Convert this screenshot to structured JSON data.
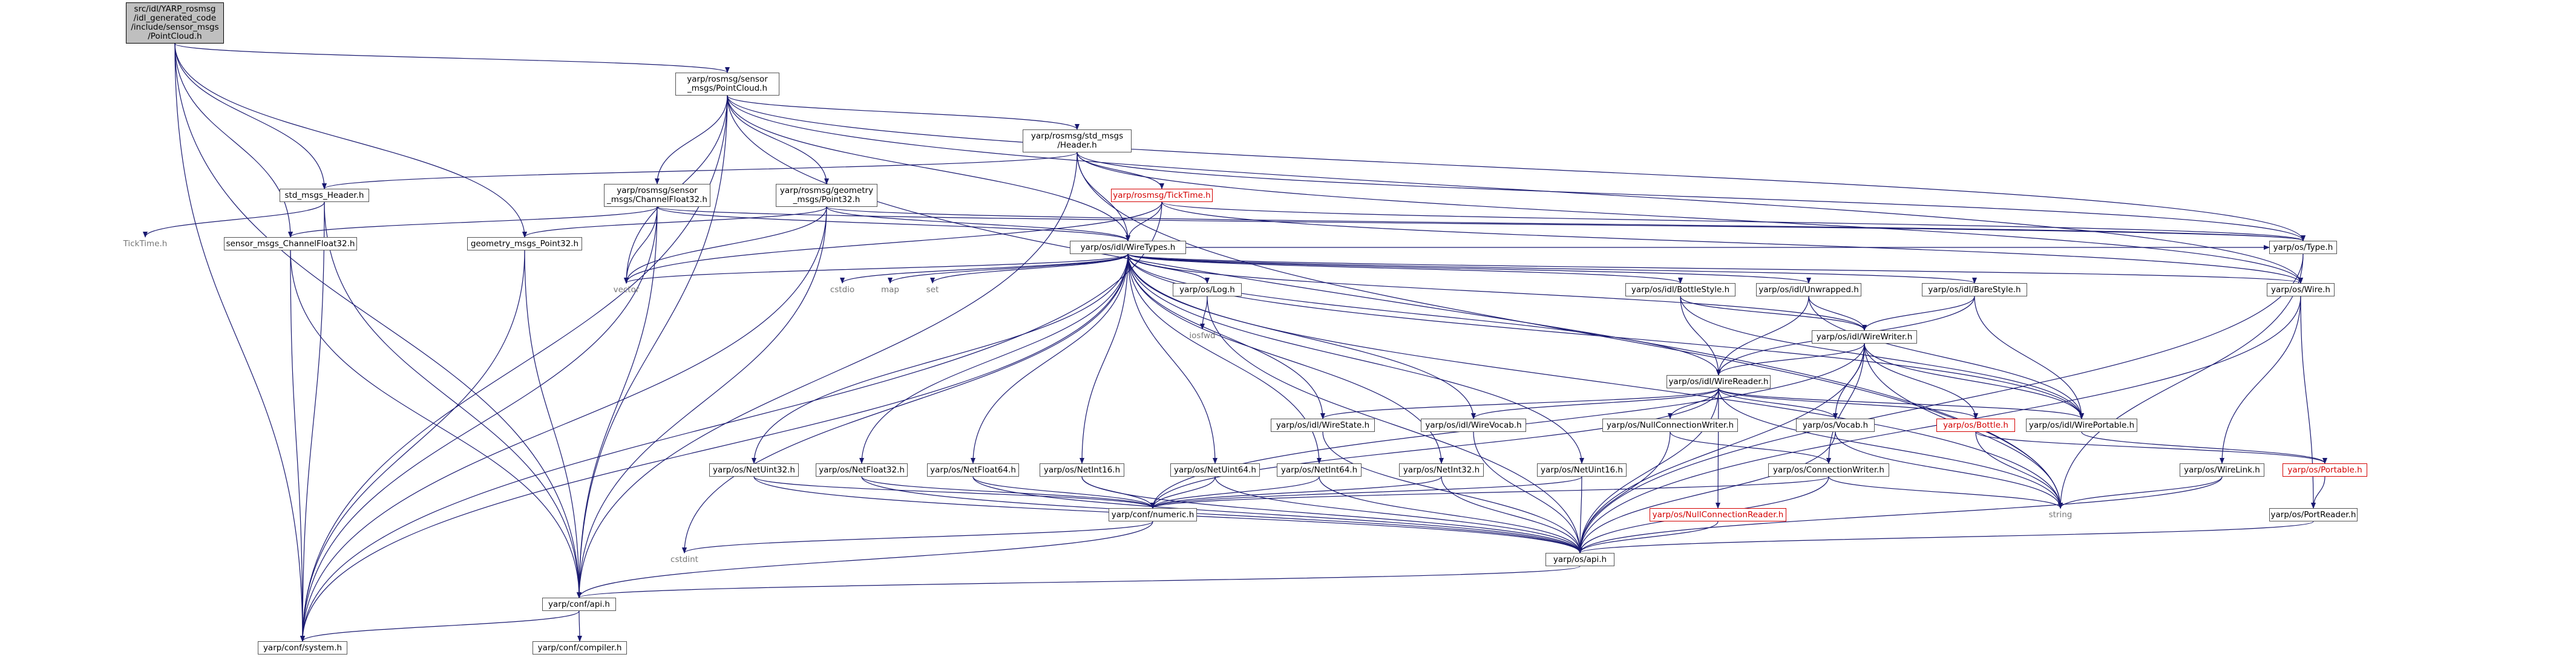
{
  "colors": {
    "edge": "#191970",
    "node_border": "#555555",
    "root_fill": "#bfbfbf",
    "missing_border": "#d40000",
    "external_border": "#d3d3d3"
  },
  "nodes": {
    "root": "src/idl/YARP_rosmsg\n/idl_generated_code\n/include/sensor_msgs\n/PointCloud.h",
    "pointcloud": "yarp/rosmsg/sensor\n_msgs/PointCloud.h",
    "std_header": "yarp/rosmsg/std_msgs\n/Header.h",
    "ticktime": "yarp/rosmsg/TickTime.h",
    "std_msgs_header": "std_msgs_Header.h",
    "channelfloat32_yarp": "yarp/rosmsg/sensor\n_msgs/ChannelFloat32.h",
    "point32_yarp": "yarp/rosmsg/geometry\n_msgs/Point32.h",
    "ticktime_plain": "TickTime.h",
    "sensor_channel": "sensor_msgs_ChannelFloat32.h",
    "geometry_point": "geometry_msgs_Point32.h",
    "wiretypes": "yarp/os/idl/WireTypes.h",
    "vector": "vector",
    "cstdio": "cstdio",
    "map": "map",
    "set": "set",
    "log": "yarp/os/Log.h",
    "iosfwd": "iosfwd",
    "bottlestyle": "yarp/os/idl/BottleStyle.h",
    "unwrapped": "yarp/os/idl/Unwrapped.h",
    "barestyle": "yarp/os/idl/BareStyle.h",
    "type": "yarp/os/Type.h",
    "wire": "yarp/os/Wire.h",
    "wirewriter": "yarp/os/idl/WireWriter.h",
    "wirereader": "yarp/os/idl/WireReader.h",
    "wirestate": "yarp/os/idl/WireState.h",
    "wirevocab": "yarp/os/idl/WireVocab.h",
    "nullconnwriter": "yarp/os/NullConnectionWriter.h",
    "vocab": "yarp/os/Vocab.h",
    "bottle": "yarp/os/Bottle.h",
    "wireportable": "yarp/os/idl/WirePortable.h",
    "netuint32": "yarp/os/NetUint32.h",
    "netfloat32": "yarp/os/NetFloat32.h",
    "netfloat64": "yarp/os/NetFloat64.h",
    "netint16": "yarp/os/NetInt16.h",
    "netuint64": "yarp/os/NetUint64.h",
    "netint64": "yarp/os/NetInt64.h",
    "netint32": "yarp/os/NetInt32.h",
    "netuint16": "yarp/os/NetUint16.h",
    "connwriter": "yarp/os/ConnectionWriter.h",
    "nullconnreader": "yarp/os/NullConnectionReader.h",
    "wirelink": "yarp/os/WireLink.h",
    "portable": "yarp/os/Portable.h",
    "portreader": "yarp/os/PortReader.h",
    "string": "string",
    "numeric": "yarp/conf/numeric.h",
    "cstdint": "cstdint",
    "os_api": "yarp/os/api.h",
    "conf_api": "yarp/conf/api.h",
    "system": "yarp/conf/system.h",
    "compiler": "yarp/conf/compiler.h"
  }
}
